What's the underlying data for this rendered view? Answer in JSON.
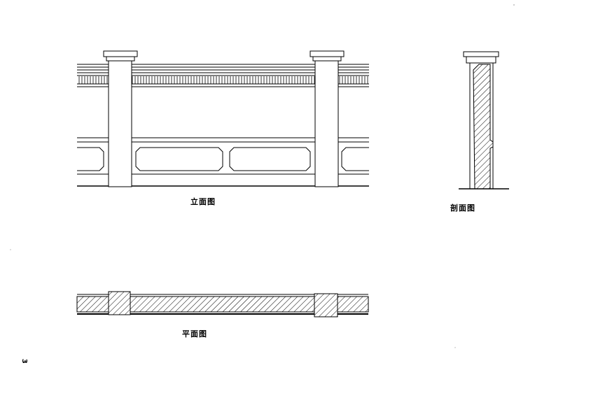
{
  "captions": {
    "elevation": "立面图",
    "section": "剖面图",
    "plan": "平面图"
  },
  "page_number": "3",
  "colors": {
    "line": "#000000",
    "paper": "#ffffff"
  }
}
